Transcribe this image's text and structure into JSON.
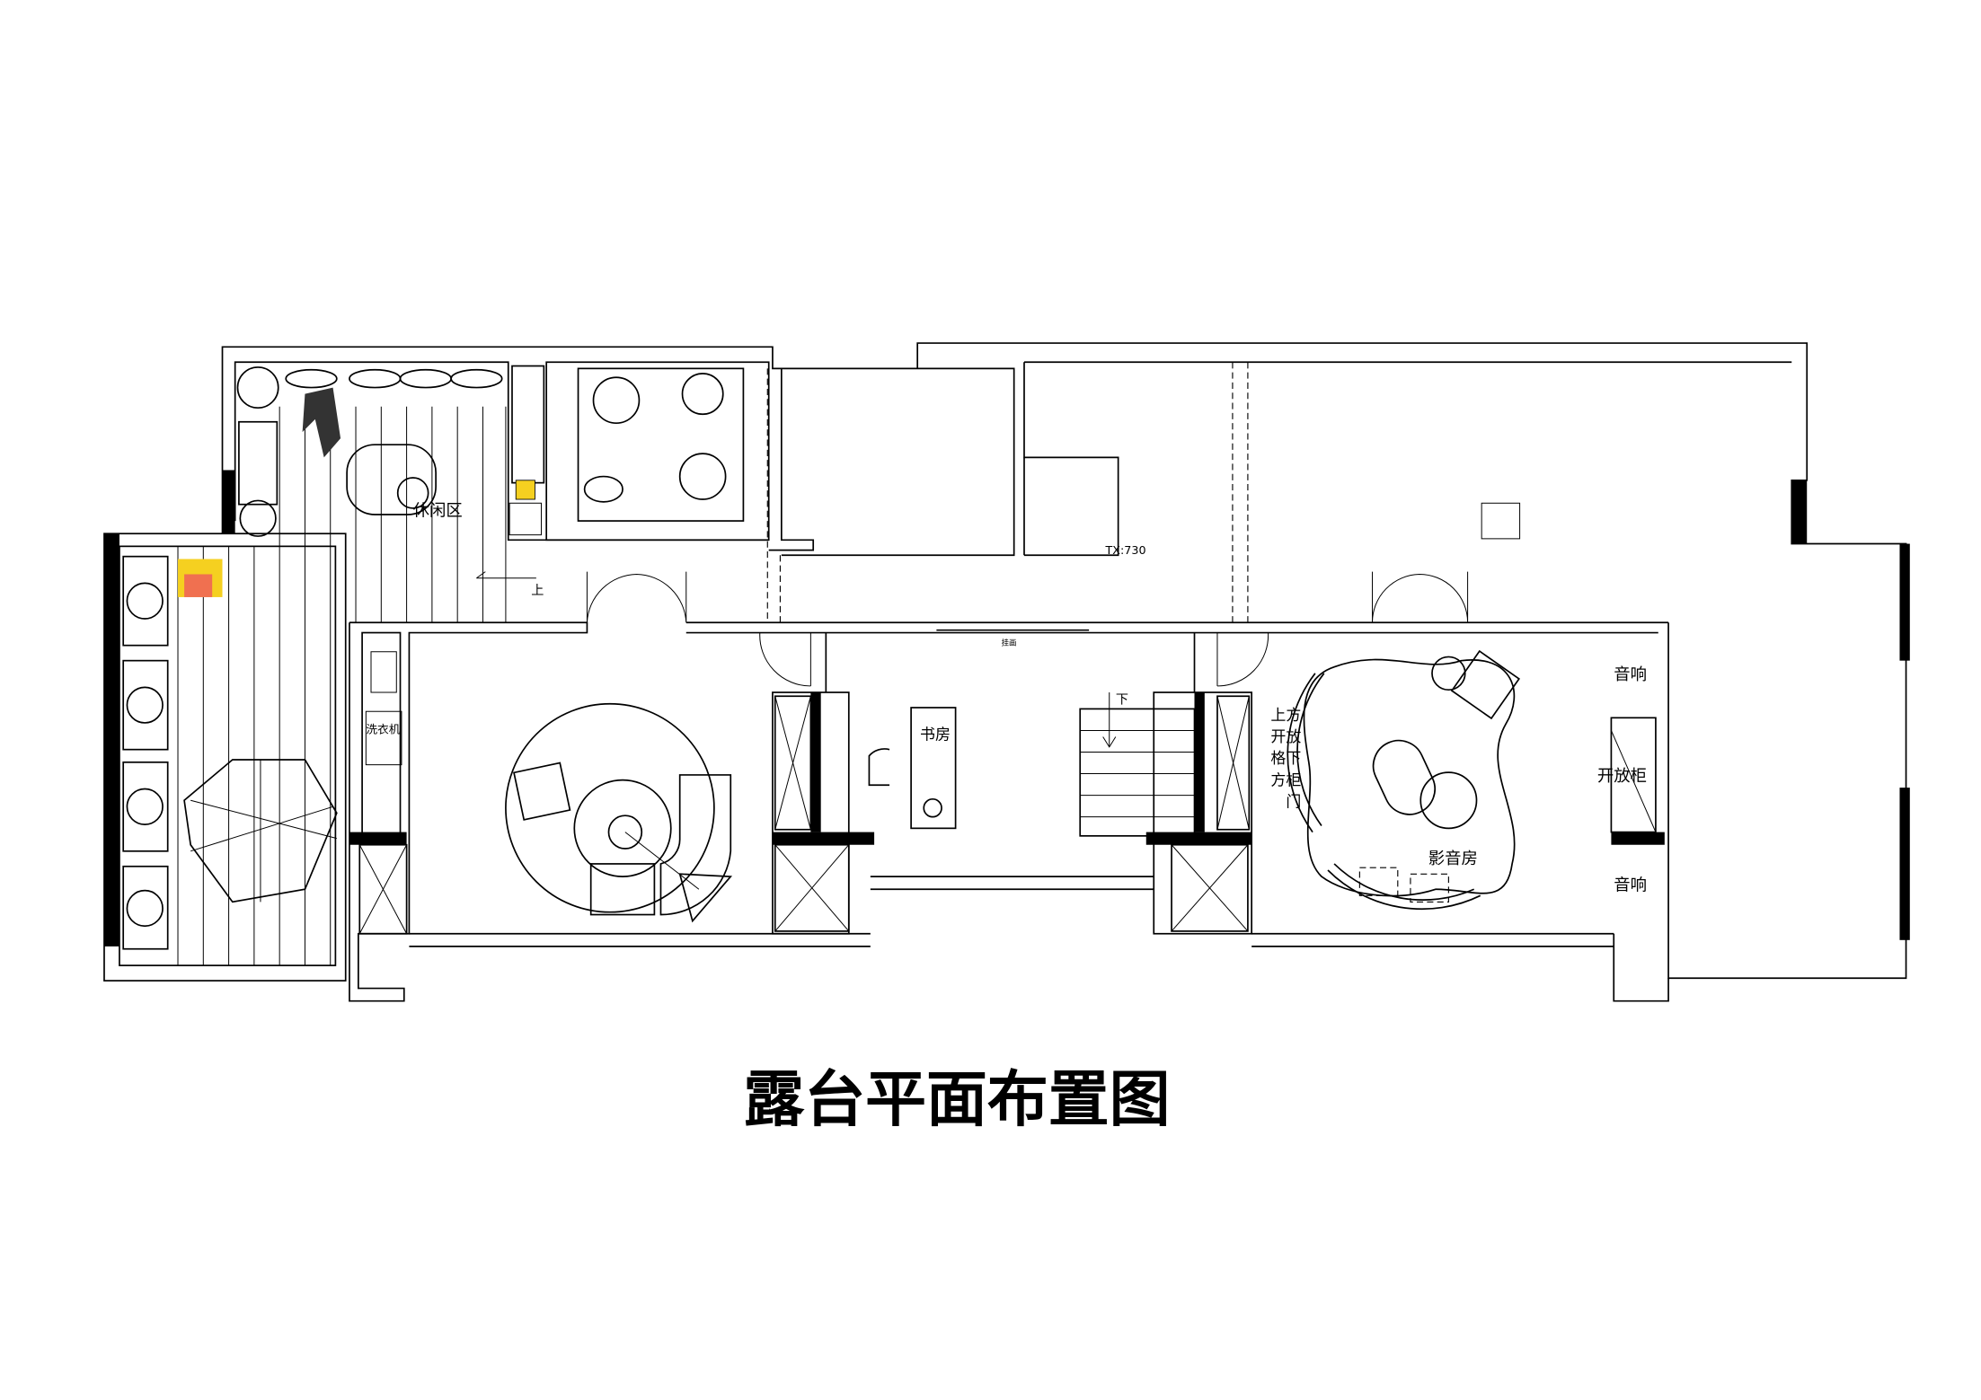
{
  "title": "露台平面布置图",
  "labels": {
    "leisure_area": "休闲区",
    "up_arrow": "上",
    "washing_machine": "洗衣机",
    "study": "书房",
    "down_arrow": "下",
    "tx": "TX:730",
    "painting": "挂画",
    "cabinet_note": [
      "上方",
      "开放",
      "格下",
      "方柜",
      "门"
    ],
    "speaker_top": "音响",
    "open_cabinet": "开放柜",
    "speaker_bottom": "音响",
    "av_room": "影音房"
  },
  "colors": {
    "line": "#000000",
    "heater_yellow": "#f5d020",
    "heater_red": "#f07050"
  }
}
